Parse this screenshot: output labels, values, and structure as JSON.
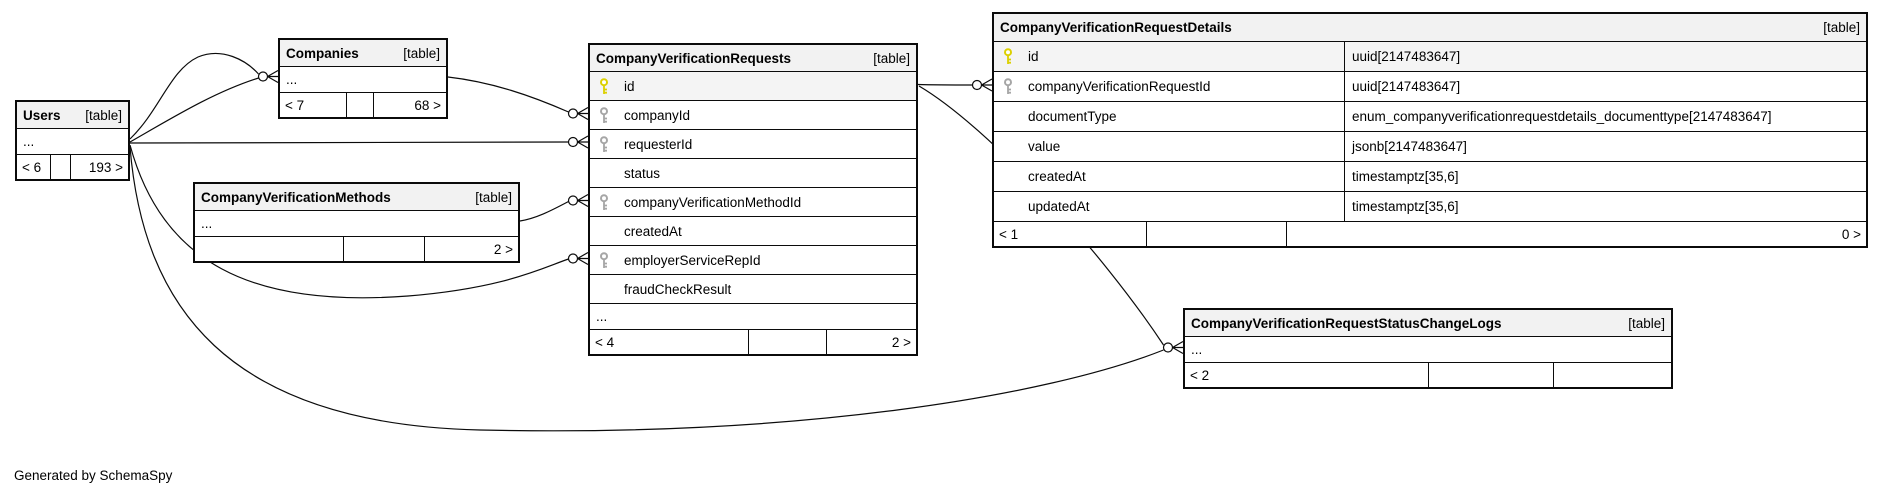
{
  "footer_note": "Generated by SchemaSpy",
  "colors": {
    "pk_key": "#dcd000",
    "fk_key": "#a6a6a6",
    "header_bg": "#f2f2f2",
    "border": "#0b0b0b"
  },
  "tables": {
    "users": {
      "name": "Users",
      "tag": "[table]",
      "ellipsis": "...",
      "footer": {
        "left": "< 6",
        "mid": "",
        "right": "193 >"
      }
    },
    "companies": {
      "name": "Companies",
      "tag": "[table]",
      "ellipsis": "...",
      "footer": {
        "left": "< 7",
        "mid": "",
        "right": "68 >"
      }
    },
    "methods": {
      "name": "CompanyVerificationMethods",
      "tag": "[table]",
      "ellipsis": "...",
      "footer": {
        "left": "",
        "mid": "",
        "right": "2 >"
      }
    },
    "requests": {
      "name": "CompanyVerificationRequests",
      "tag": "[table]",
      "ellipsis": "...",
      "columns": [
        {
          "name": "id",
          "key": "pk"
        },
        {
          "name": "companyId",
          "key": "fk"
        },
        {
          "name": "requesterId",
          "key": "fk"
        },
        {
          "name": "status",
          "key": ""
        },
        {
          "name": "companyVerificationMethodId",
          "key": "fk"
        },
        {
          "name": "createdAt",
          "key": ""
        },
        {
          "name": "employerServiceRepId",
          "key": "fk"
        },
        {
          "name": "fraudCheckResult",
          "key": ""
        }
      ],
      "footer": {
        "left": "< 4",
        "mid": "",
        "right": "2 >"
      }
    },
    "details": {
      "name": "CompanyVerificationRequestDetails",
      "tag": "[table]",
      "columns": [
        {
          "name": "id",
          "key": "pk",
          "type": "uuid[2147483647]"
        },
        {
          "name": "companyVerificationRequestId",
          "key": "fk",
          "type": "uuid[2147483647]"
        },
        {
          "name": "documentType",
          "key": "",
          "type": "enum_companyverificationrequestdetails_documenttype[2147483647]"
        },
        {
          "name": "value",
          "key": "",
          "type": "jsonb[2147483647]"
        },
        {
          "name": "createdAt",
          "key": "",
          "type": "timestamptz[35,6]"
        },
        {
          "name": "updatedAt",
          "key": "",
          "type": "timestamptz[35,6]"
        }
      ],
      "footer": {
        "left": "< 1",
        "mid": "",
        "right": "0 >"
      }
    },
    "logs": {
      "name": "CompanyVerificationRequestStatusChangeLogs",
      "tag": "[table]",
      "ellipsis": "...",
      "footer": {
        "left": "< 2",
        "mid": "",
        "right": ""
      }
    }
  }
}
